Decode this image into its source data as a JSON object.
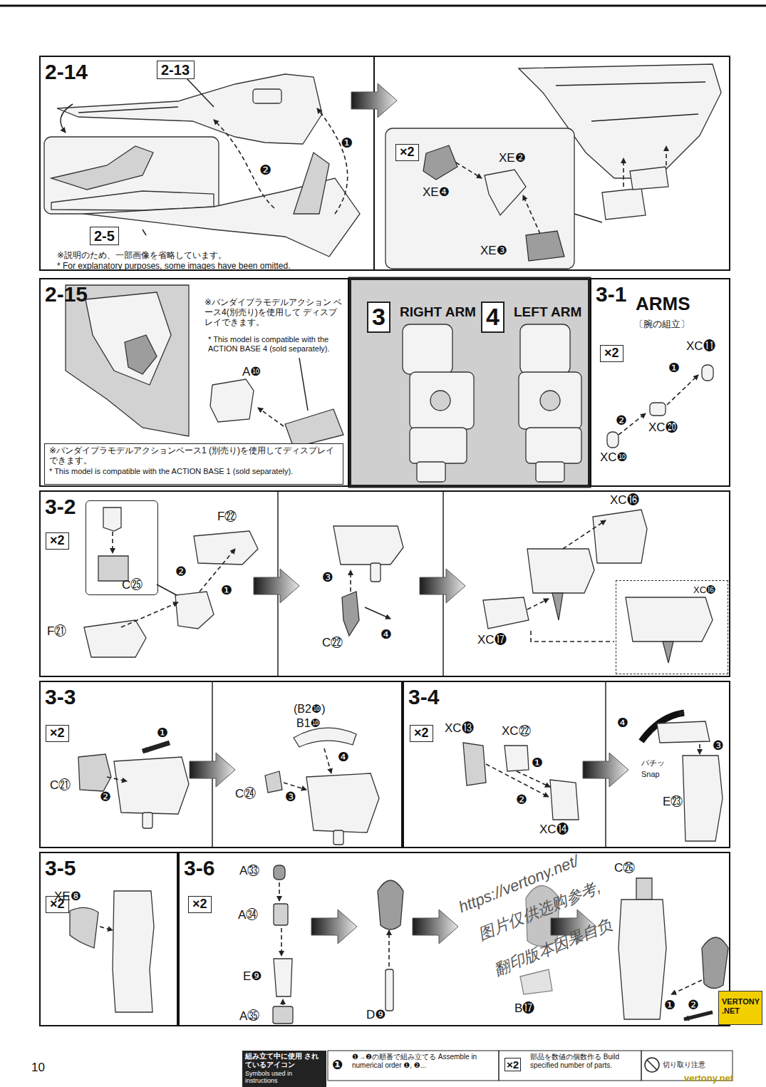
{
  "diagram": {
    "nodes": [
      {
        "text": [
          "2-14"
        ]
      },
      {
        "text": [
          "2-13"
        ],
        "in": 0
      },
      {
        "text": [
          "2-5"
        ],
        "in": 0
      },
      {
        "text": [
          "×2"
        ],
        "in": 0
      },
      {
        "text": [
          "2-15"
        ]
      },
      {
        "text": [
          "※バンダイプラモデルアクションベース1 (別売り)を使用してディスプレイできます。",
          "* This model is compatible with the ACTION BASE 1 (sold separately)."
        ],
        "in": 4
      },
      {
        "text": [
          "RIGHT ARM",
          "LEFT ARM"
        ]
      },
      {
        "text": [
          "3"
        ],
        "in": 6
      },
      {
        "text": [
          "4"
        ],
        "in": 6
      },
      {
        "text": [
          "3-1",
          "ARMS",
          "〔腕の組立〕"
        ]
      },
      {
        "text": [
          "×2"
        ],
        "in": 9
      },
      {
        "text": [
          "3-2"
        ]
      },
      {
        "text": [
          "×2"
        ],
        "in": 11
      },
      {
        "text": [
          "C㉕"
        ],
        "in": 11
      },
      {
        "text": [
          "XC⓰"
        ],
        "in": 11
      },
      {
        "text": [
          "3-3"
        ]
      },
      {
        "text": [
          "×2"
        ],
        "in": 15
      },
      {
        "text": [
          "3-4"
        ]
      },
      {
        "text": [
          "×2"
        ],
        "in": 17
      },
      {
        "text": [
          "3-5"
        ]
      },
      {
        "text": [
          "×2"
        ],
        "in": 19
      },
      {
        "text": [
          "3-6"
        ]
      },
      {
        "text": [
          "×2"
        ],
        "in": 21
      },
      {
        "text": [
          "組み立て中に使用 されているアイコン",
          "Symbols used in instructions"
        ]
      },
      {
        "text": [
          "VERTONY .NET"
        ]
      }
    ],
    "labels": [
      "❷",
      "❶",
      "※説明のため、一部画像を省略しています。",
      "* For explanatory purposes, some images have been omitted.",
      "XE❷",
      "XE❹",
      "XE❸",
      "※バンダイプラモデルアクション ベース4(別売り)を使用して ディスプレイできます。",
      "* This model is compatible with the ACTION BASE 4 (sold separately).",
      "A❿",
      "XC⓫",
      "❶",
      "❷",
      "XC⓴",
      "XC❿",
      "F㉒",
      "❷",
      "❶",
      "F㉑",
      "❸",
      "❹",
      "C㉒",
      "XC⓰",
      "XC⓱",
      "❶",
      "C㉑",
      "❷",
      "(B2❿)",
      "B1❿",
      "❹",
      "C㉔",
      "❸",
      "XC⓭",
      "XC㉒",
      "❶",
      "❷",
      "XC⓮",
      "❹",
      "❸",
      "パチッ",
      "Snap",
      "E㉓",
      "XE❽",
      "A㉝",
      "A㉞",
      "E❾",
      "A㉟",
      "D❾",
      "C㉖",
      "B⓱",
      "❶",
      "❷",
      "https://vertony.net/",
      "图片仅供选购参考,",
      "翻印版本因果自负",
      "10",
      "❶",
      "×2",
      "vertony.net"
    ],
    "legend": [
      {
        "text": "❶→❷の順番で組み立てる Assemble in numerical order ❶, ❷..."
      },
      {
        "text": "部品を数値の個数作る Build specified number of parts."
      },
      {
        "text": "切り取り注意"
      }
    ]
  }
}
